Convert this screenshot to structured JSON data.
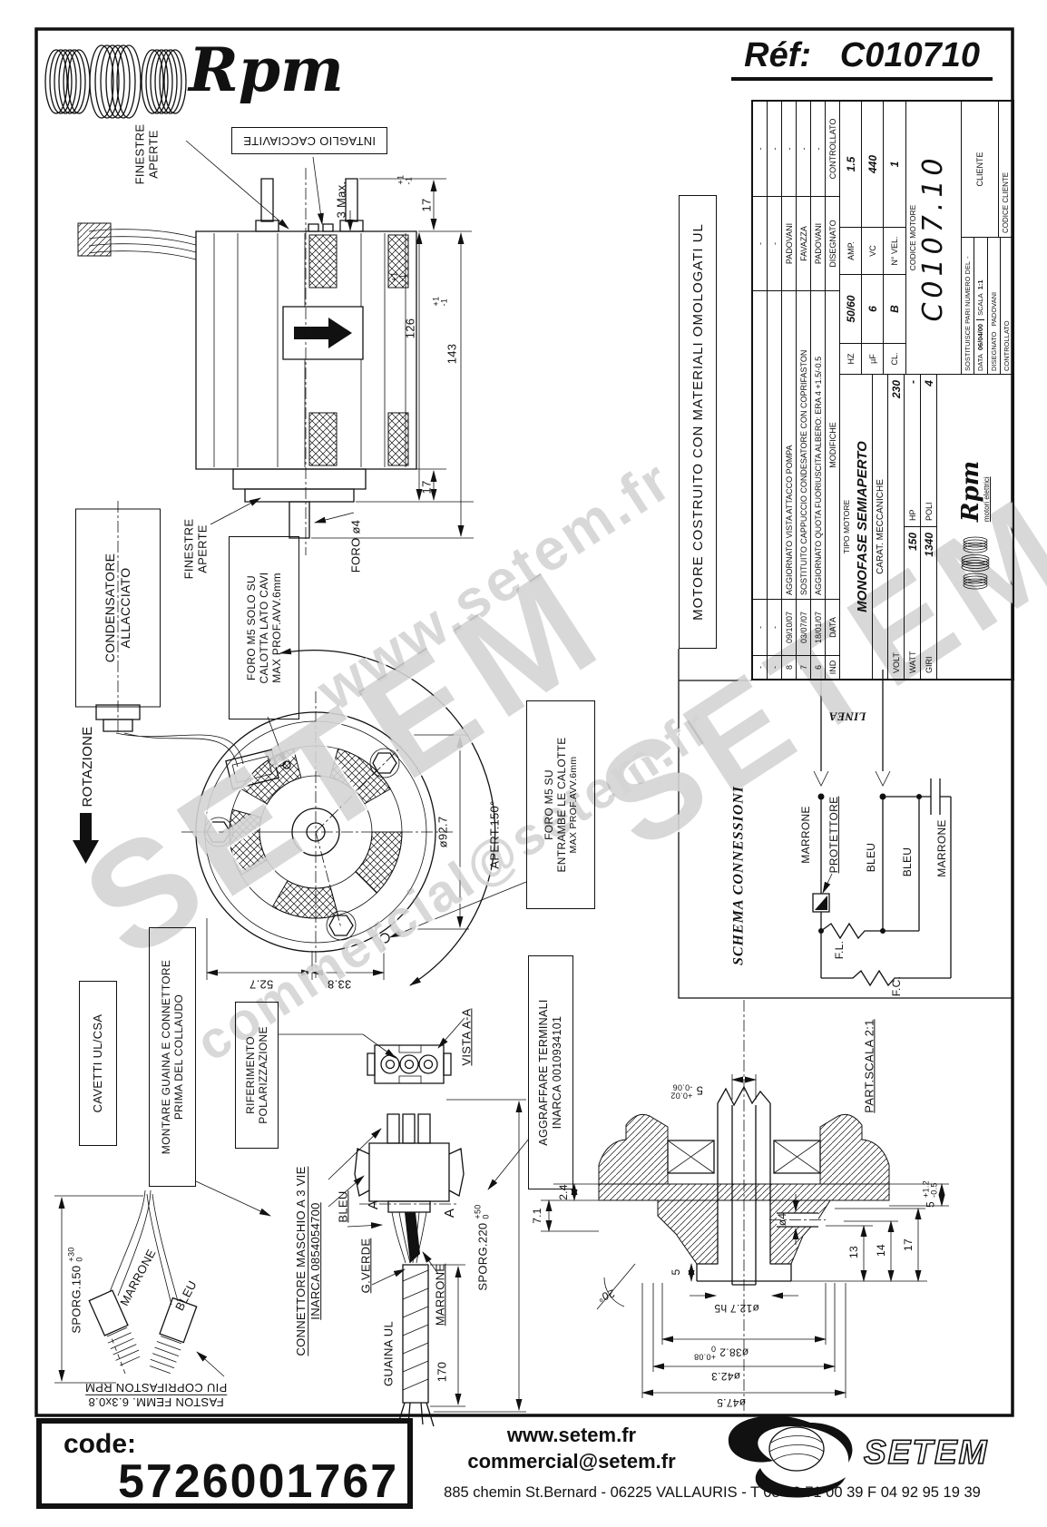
{
  "header": {
    "brand": "Rpm",
    "ref_label": "Réf:",
    "ref_value": "C010710"
  },
  "ul_note": "MOTORE COSTRUITO CON MATERIALI OMOLOGATI UL",
  "title_block": {
    "rev_headers": {
      "ind": "IND",
      "date": "DATA",
      "mod": "MODIFICHE",
      "dis": "DISEGNATO",
      "ctrl": "CONTROLLATO"
    },
    "revisions": [
      {
        "ind": "-",
        "date": "-",
        "mod": "",
        "dis": "-",
        "ctrl": "-"
      },
      {
        "ind": "-",
        "date": "-",
        "mod": "",
        "dis": "-",
        "ctrl": "-"
      },
      {
        "ind": "8",
        "date": "09/10/07",
        "mod": "AGGIORNATO VISTA ATTACCO POMPA",
        "dis": "PADOVANI",
        "ctrl": "-"
      },
      {
        "ind": "7",
        "date": "03/07/07",
        "mod": "SOSTITUITO CAPPUCCIO CONDESATORE CON COPRIFASTON",
        "dis": "FAVAZZA",
        "ctrl": "-"
      },
      {
        "ind": "6",
        "date": "18/01/07",
        "mod": "AGGIORNATO QUOTA FUORIUSCITA ALBERO: ERA 4 +1.5/-0.5",
        "dis": "PADOVANI",
        "ctrl": "-"
      }
    ],
    "tipo_label": "TIPO MOTORE",
    "tipo_value": "MONOFASE SEMIAPERTO",
    "carat_label": "CARAT. MECCANICHE",
    "volt_label": "VOLT",
    "volt": "230",
    "watt_label": "WATT",
    "watt": "150",
    "hp_label": "HP",
    "hp": "-",
    "giri_label": "GIRI",
    "giri": "1340",
    "poli_label": "POLI",
    "poli": "4",
    "hz_label": "HZ",
    "hz": "50/60",
    "uf_label": "µF",
    "uf": "6",
    "cl_label": "CL.",
    "cl": "B",
    "amp_label": "AMP.",
    "amp": "1.5",
    "vc_label": "VC",
    "vc": "440",
    "nvel_label": "N° VEL.",
    "nvel": "1",
    "codice_motore_label": "CODICE MOTORE",
    "codice_motore": "C0107.10",
    "cliente_label": "CLIENTE",
    "codice_cliente_label": "CODICE CLIENTE",
    "sostituisce_label": "SOSTITUISCE PARI NUMERO DEL",
    "sostituisce_value": "-",
    "data_label": "DATA",
    "data_value": "06/04/00",
    "scala_label": "SCALA",
    "scala_value": "1:1",
    "disegnato_label": "DISEGNATO",
    "disegnato_value": "PADOVANI",
    "controllato_label": "CONTROLLATO",
    "logo_text": "Rpm",
    "logo_sub": "motori elettrici"
  },
  "schema": {
    "title": "SCHEMA CONNESSIONI",
    "linea": "LINEA",
    "marrone": "MARRONE",
    "bleu": "BLEU",
    "protettore": "PROTETTORE",
    "fl": "F.L.",
    "fc": "F.C."
  },
  "labels": {
    "finestre_aperte": [
      "FINESTRE",
      "APERTE"
    ],
    "intaglio": "INTAGLIO CACCIAVITE",
    "tre_max": "3 Max.",
    "foro_o4": "FORO ø4",
    "condensatore": [
      "CONDENSATORE",
      "ALLACCIATO"
    ],
    "rotazione": "ROTAZIONE",
    "foro_m5_solo": [
      "FORO M5 SOLO SU",
      "CALOTTA LATO CAVI",
      "MAX PROF.AVV.6mm"
    ],
    "apert": "APERT.150°",
    "foro_m5_su": [
      "FORO M5 SU",
      "ENTRAMBE LE CALOTTE",
      "MAX PROF.AVV.6mm"
    ],
    "cavetti": "CAVETTI UL/CSA",
    "montare": [
      "MONTARE GUAINA E CONNETTORE",
      "PRIMA DEL COLLAUDO"
    ],
    "riferimento": [
      "RIFERIMENTO",
      "POLARIZZAZIONE"
    ],
    "vista": "VISTA A-A",
    "a_marker": "A",
    "bleu": "BLEU",
    "g_verde": "G.VERDE",
    "marrone": "MARRONE",
    "guaina": "GUAINA UL",
    "sporg220": "SPORG.220",
    "sporg220_tol": [
      "+50",
      "0"
    ],
    "sporg150": "SPORG.150",
    "sporg150_tol": [
      "+30",
      "0"
    ],
    "connettore": [
      "CONNETTORE MASCHIO A 3 VIE",
      "INARCA 0854054700"
    ],
    "aggraffare": [
      "AGGRAFFARE TERMINALI",
      "INARCA 0010934101"
    ],
    "faston": [
      "FASTON FEMM. 6.3x0.8",
      "PIU COPRIFASTON RPM"
    ],
    "part_scala": "PART.SCALA 2:1"
  },
  "dims": {
    "d17": "17",
    "d126": "126",
    "d143": "143",
    "tol_pm1": [
      "+1",
      "-1"
    ],
    "d92": "ø92.7",
    "d52": "52.7",
    "d33": "33.8",
    "d170": "170",
    "p5": "5",
    "p5_tol": [
      "+0.02",
      "-0.06"
    ],
    "p24": "2.4",
    "p71": "7.1",
    "p20": "20°",
    "po4": "ø4",
    "p13": "13",
    "p14": "14",
    "p17": "17",
    "p5c": "5",
    "p5c_tol": [
      "+1.2",
      "-0.5"
    ],
    "po127": "ø12.7 h5",
    "po382": "ø38.2",
    "po382_tol": [
      "+0.08",
      "0"
    ],
    "po423": "ø42.3",
    "po475": "ø47.5"
  },
  "watermarks": {
    "w1": "www.setem.fr",
    "w2": "SETEM",
    "w3": "commercial@setem.fr"
  },
  "footer": {
    "code_label": "code:",
    "code_value": "5726001767",
    "website": "www.setem.fr",
    "email": "commercial@setem.fr",
    "address": "885 chemin St.Bernard  -  06225 VALLAURIS  -  T 08 90 71 00 39   F 04 92 95 19 39",
    "brand": "SETEM"
  }
}
